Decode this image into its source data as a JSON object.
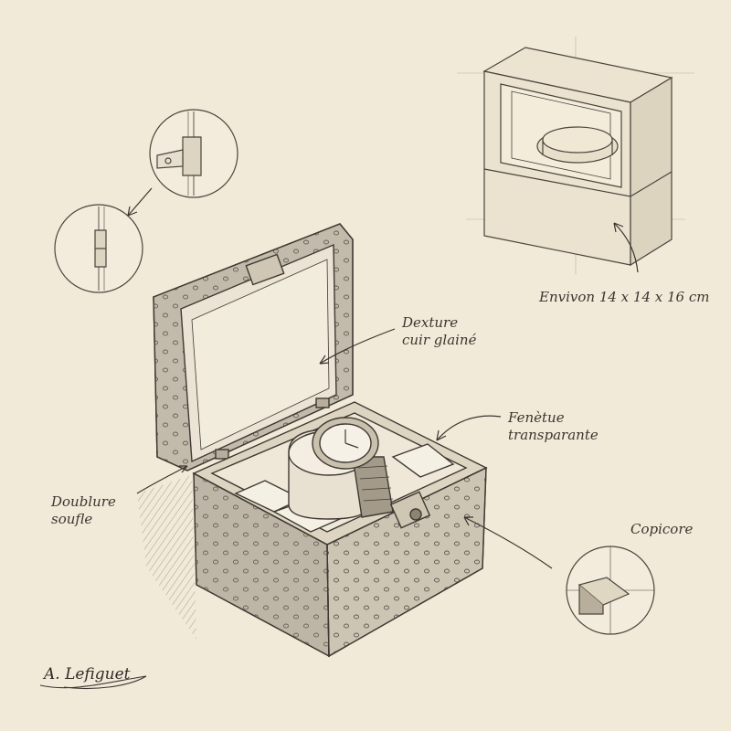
{
  "annotations": {
    "dimensions": "Envivon 14 x 14 x 16 cm",
    "texture_line1": "Dexture",
    "texture_line2": "cuir glainé",
    "window_line1": "Fenètue",
    "window_line2": "transparante",
    "lining_line1": "Doublure",
    "lining_line2": "soufle",
    "corner": "Copicore"
  },
  "signature": "A. Lefiguet",
  "colors": {
    "paper": "#f1ead8",
    "ink": "#3b3530",
    "leather": "#8a8173",
    "lining": "#ebe4d4"
  }
}
